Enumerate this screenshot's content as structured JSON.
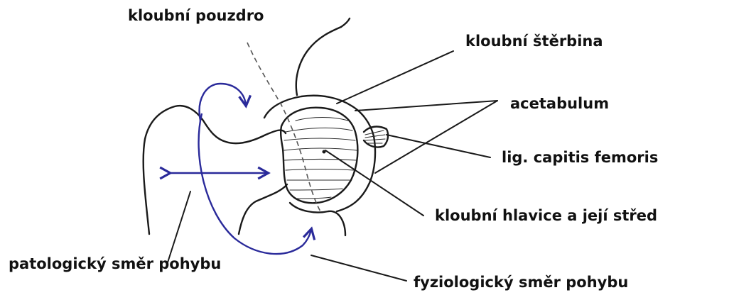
{
  "labels": {
    "capsule": "kloubní pouzdro",
    "joint_gap": "kloubní štěrbina",
    "acetabulum": "acetabulum",
    "ligament": "lig. capitis femoris",
    "femoral_head": "kloubní hlavice a její střed",
    "pathological": "patologický směr pohybu",
    "physiological": "fyziologický směr pohybu"
  },
  "colors": {
    "arrow": "#2a2a9a",
    "line": "#1a1a1a"
  }
}
